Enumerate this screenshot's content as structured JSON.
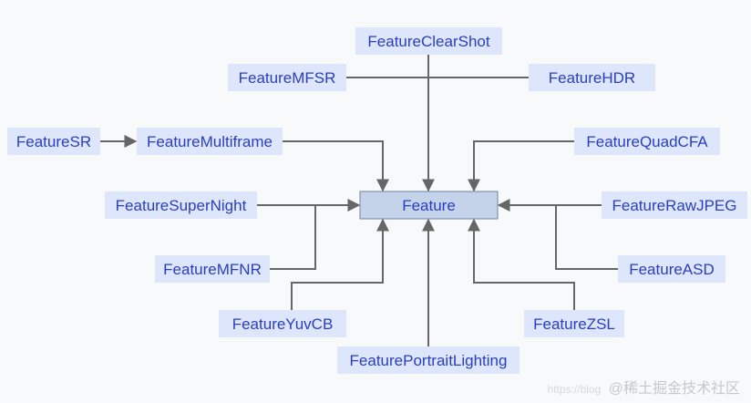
{
  "colors": {
    "node_fill": "#dde6fb",
    "node_text": "#2a3fbf",
    "center_fill": "#c4d3ea",
    "center_stroke": "#6b83a8",
    "edge": "#666666",
    "background": "#f8f9fb"
  },
  "diagram": {
    "center": "Feature",
    "nodes": {
      "clearshot": "FeatureClearShot",
      "mfsr": "FeatureMFSR",
      "hdr": "FeatureHDR",
      "sr": "FeatureSR",
      "multiframe": "FeatureMultiframe",
      "quadcfa": "FeatureQuadCFA",
      "supernight": "FeatureSuperNight",
      "rawjpeg": "FeatureRawJPEG",
      "mfnr": "FeatureMFNR",
      "asd": "FeatureASD",
      "yuvcb": "FeatureYuvCB",
      "zsl": "FeatureZSL",
      "portrait": "FeaturePortraitLighting"
    }
  },
  "watermark": {
    "url": "https://blog",
    "text": "@稀土掘金技术社区"
  }
}
